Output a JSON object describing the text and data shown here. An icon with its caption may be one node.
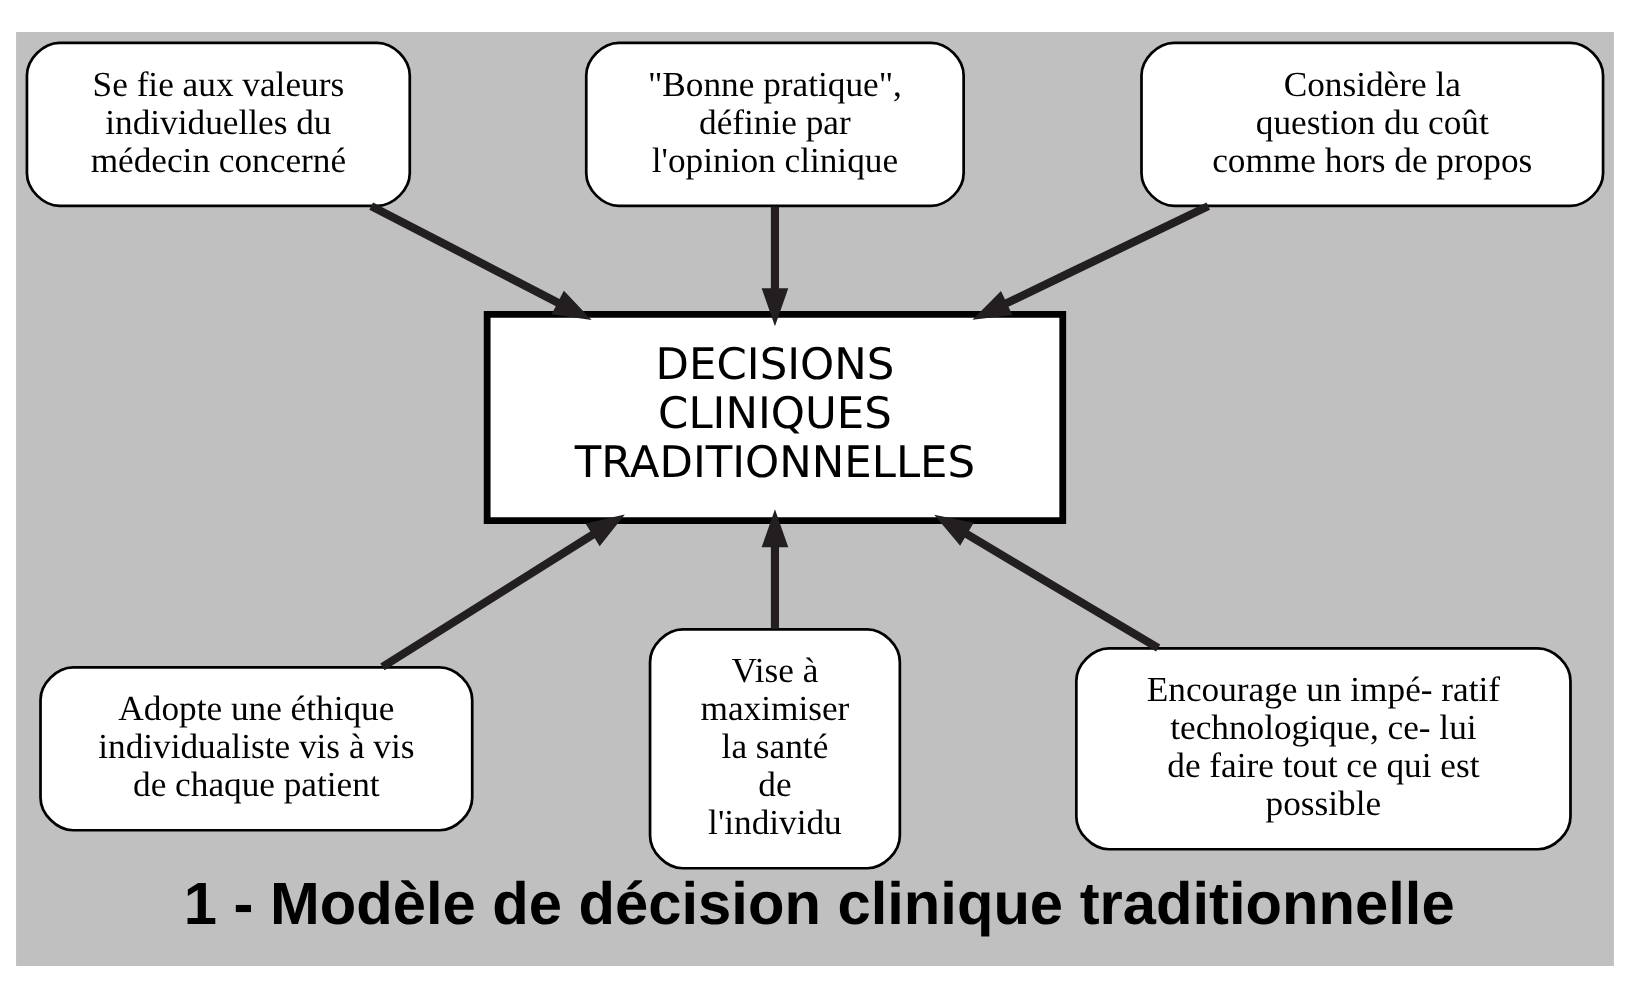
{
  "diagram": {
    "caption": "1 - Modèle de décision clinique traditionnelle",
    "nodes": [
      {
        "text": [
          "Se fie aux valeurs individuelles du médecin concerné"
        ]
      },
      {
        "text": [
          "\"Bonne pratique\", définie par l'opinion clinique"
        ]
      },
      {
        "text": [
          "Considère la question du coût comme hors de propos"
        ]
      },
      {
        "text": [
          "DECISIONS CLINIQUES TRADITIONNELLES"
        ]
      },
      {
        "text": [
          "Adopte une éthique individualiste vis à vis de chaque patient"
        ]
      },
      {
        "text": [
          "Vise à maximiser la santé de l'individu"
        ]
      },
      {
        "text": [
          "Encourage un impé- ratif technologique, ce- lui de faire tout ce qui est possible"
        ]
      }
    ],
    "edges": [
      {
        "from": 0,
        "to": 3,
        "arrow": "to"
      },
      {
        "from": 1,
        "to": 3,
        "arrow": "to"
      },
      {
        "from": 2,
        "to": 3,
        "arrow": "to"
      },
      {
        "from": 4,
        "to": 3,
        "arrow": "to"
      },
      {
        "from": 5,
        "to": 3,
        "arrow": "to"
      },
      {
        "from": 6,
        "to": 3,
        "arrow": "to"
      }
    ]
  }
}
